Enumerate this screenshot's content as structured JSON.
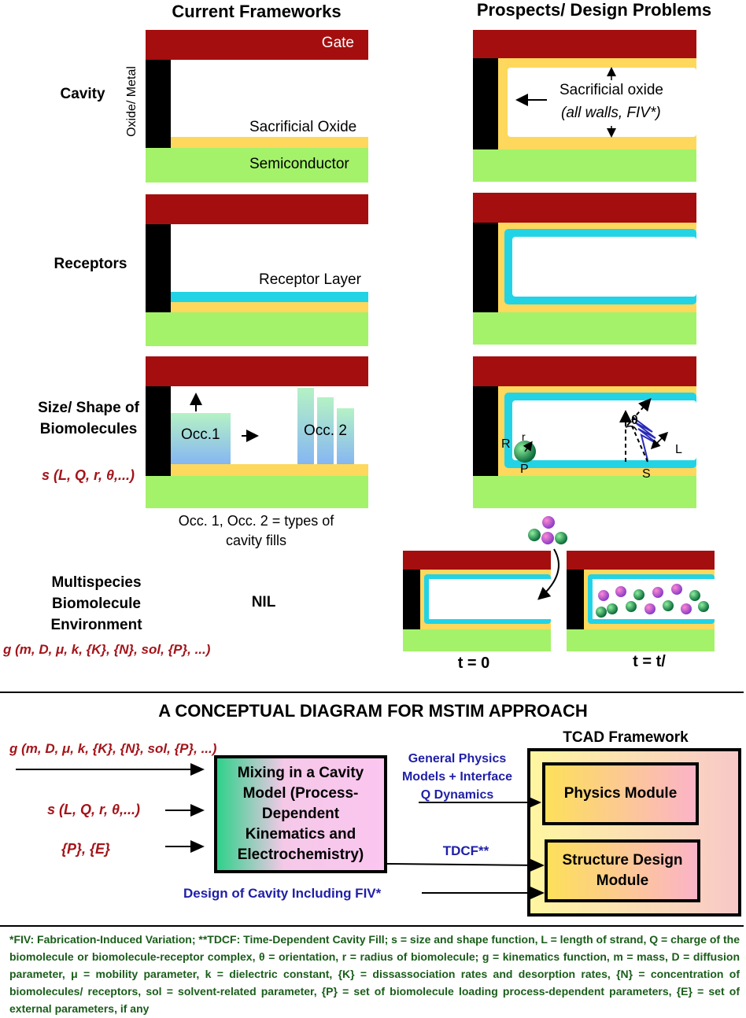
{
  "headers": {
    "left": "Current Frameworks",
    "right": "Prospects/ Design Problems"
  },
  "rows": {
    "cavity": "Cavity",
    "receptors": "Receptors",
    "size_shape": "Size/ Shape of Biomolecules",
    "size_param": "s (L, Q, r, θ,...)",
    "multispecies": "Multispecies Biomolecule Environment",
    "multi_param": "g (m, D, μ, k, {K}, {N}, sol, {P}, ...)"
  },
  "panel1": {
    "side_label": "Oxide/ Metal",
    "gate": "Gate",
    "sacrificial": "Sacrificial Oxide",
    "semiconductor": "Semiconductor"
  },
  "panel2": {
    "receptor_layer": "Receptor Layer"
  },
  "panel3": {
    "occ1": "Occ.1",
    "occ2": "Occ. 2",
    "caption": "Occ. 1, Occ. 2 = types of cavity fills"
  },
  "prospect1": {
    "line1": "Sacrificial oxide",
    "line2": "(all walls, FIV*)"
  },
  "prospect3": {
    "R": "R",
    "r": "r",
    "P": "P",
    "theta": "θ",
    "S": "S",
    "L": "L"
  },
  "nil": "NIL",
  "time": {
    "t0": "t = 0",
    "t1": "t = t/"
  },
  "concept": {
    "title": "A CONCEPTUAL DIAGRAM FOR MSTIM APPROACH",
    "input_g": "g (m, D, μ, k, {K}, {N}, sol, {P}, ...)",
    "input_s": "s (L, Q, r, θ,...)",
    "input_pe": "{P}, {E}",
    "mixing": "Mixing in a Cavity Model (Process-Dependent Kinematics and Electrochemistry)",
    "gen_physics": "General Physics Models + Interface Q Dynamics",
    "tdcf": "TDCF**",
    "design_cavity": "Design of Cavity Including FIV*",
    "tcad": "TCAD Framework",
    "physics_module": "Physics Module",
    "structure_module": "Structure Design Module"
  },
  "footnote": "*FIV: Fabrication-Induced Variation; **TDCF: Time-Dependent Cavity Fill; s = size and shape function, L = length of strand, Q = charge of the biomolecule or biomolecule-receptor complex, θ = orientation, r = radius of biomolecule; g = kinematics function, m = mass, D = diffusion parameter, μ = mobility parameter, k = dielectric constant, {K} = dissassociation rates and desorption rates, {N} = concentration of biomolecules/ receptors, sol = solvent-related parameter, {P} = set of biomolecule loading process-dependent parameters, {E} = set of external parameters, if any",
  "colors": {
    "gate": "#a50e0e",
    "oxide": "#fdd85c",
    "semiconductor": "#a4f26a",
    "receptor": "#22d3e6",
    "metal": "#000000",
    "red_text": "#a3141a",
    "blue_text": "#1f1fa8",
    "footnote": "#1a5d1a"
  }
}
